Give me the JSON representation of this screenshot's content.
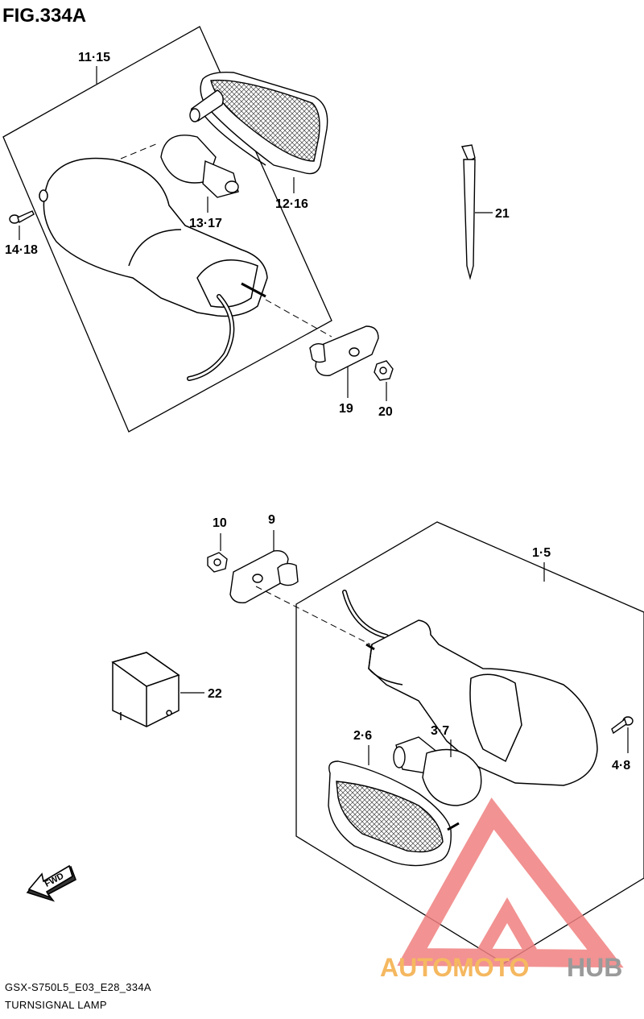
{
  "figure": {
    "title": "FIG.334A",
    "code": "GSX-S750L5_E03_E28_334A",
    "name": "TURNSIGNAL LAMP"
  },
  "callouts": {
    "c_11_15": "11·15",
    "c_12_16": "12·16",
    "c_13_17": "13·17",
    "c_14_18": "14·18",
    "c_21": "21",
    "c_19": "19",
    "c_20": "20",
    "c_10": "10",
    "c_9": "9",
    "c_1_5": "1·5",
    "c_22": "22",
    "c_2_6": "2·6",
    "c_3_7": "3·7",
    "c_4_8": "4·8"
  },
  "fwd_arrow": {
    "label": "FWD"
  },
  "watermark": {
    "part1": "AUTOMOTO",
    "part2": "HUB",
    "color1": "#f5b860",
    "color2": "#9a9a9a",
    "logo_color": "#f08080"
  },
  "colors": {
    "line": "#000000",
    "fill": "#ffffff",
    "shade": "#e6e6e6"
  }
}
